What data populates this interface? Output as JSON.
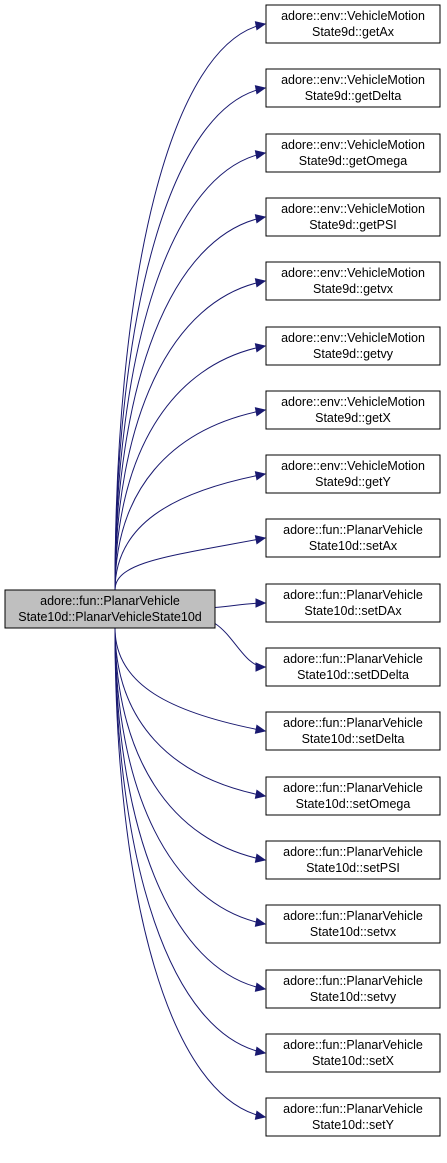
{
  "colors": {
    "edge": "#191970",
    "source_fill": "#bfbfbf",
    "node_fill": "#ffffff",
    "border": "#000000"
  },
  "source": {
    "line1": "adore::fun::PlanarVehicle",
    "line2": "State10d::PlanarVehicleState10d"
  },
  "targets": [
    {
      "line1": "adore::env::VehicleMotion",
      "line2": "State9d::getAx"
    },
    {
      "line1": "adore::env::VehicleMotion",
      "line2": "State9d::getDelta"
    },
    {
      "line1": "adore::env::VehicleMotion",
      "line2": "State9d::getOmega"
    },
    {
      "line1": "adore::env::VehicleMotion",
      "line2": "State9d::getPSI"
    },
    {
      "line1": "adore::env::VehicleMotion",
      "line2": "State9d::getvx"
    },
    {
      "line1": "adore::env::VehicleMotion",
      "line2": "State9d::getvy"
    },
    {
      "line1": "adore::env::VehicleMotion",
      "line2": "State9d::getX"
    },
    {
      "line1": "adore::env::VehicleMotion",
      "line2": "State9d::getY"
    },
    {
      "line1": "adore::fun::PlanarVehicle",
      "line2": "State10d::setAx"
    },
    {
      "line1": "adore::fun::PlanarVehicle",
      "line2": "State10d::setDAx"
    },
    {
      "line1": "adore::fun::PlanarVehicle",
      "line2": "State10d::setDDelta"
    },
    {
      "line1": "adore::fun::PlanarVehicle",
      "line2": "State10d::setDelta"
    },
    {
      "line1": "adore::fun::PlanarVehicle",
      "line2": "State10d::setOmega"
    },
    {
      "line1": "adore::fun::PlanarVehicle",
      "line2": "State10d::setPSI"
    },
    {
      "line1": "adore::fun::PlanarVehicle",
      "line2": "State10d::setvx"
    },
    {
      "line1": "adore::fun::PlanarVehicle",
      "line2": "State10d::setvy"
    },
    {
      "line1": "adore::fun::PlanarVehicle",
      "line2": "State10d::setX"
    },
    {
      "line1": "adore::fun::PlanarVehicle",
      "line2": "State10d::setY"
    }
  ]
}
